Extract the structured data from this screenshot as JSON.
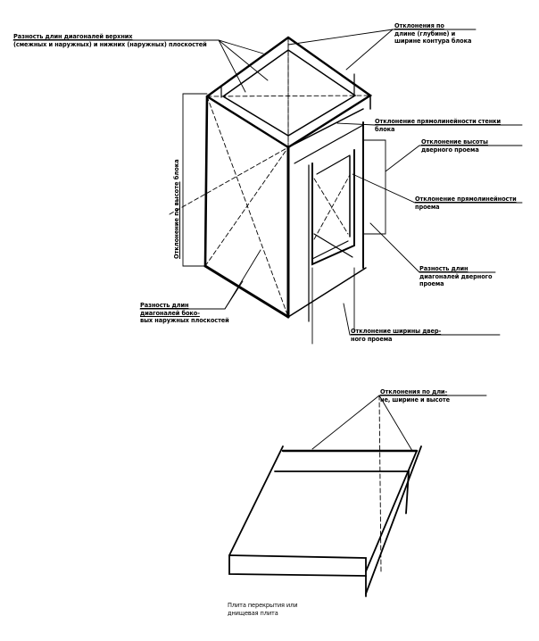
{
  "labels": {
    "diag_top": {
      "title": "Разность длин диагоналей верхних",
      "rest": "(смежных и наружных) и нижних (наружных) плоскостей"
    },
    "length_width": {
      "title": "Отклонения по",
      "rest": "длине (глубине) и ширине контура блока"
    },
    "wall_straight": {
      "title": "Отклонение прямолинейности стенки",
      "rest": "блока"
    },
    "door_height": {
      "title": "Отклонение высоты",
      "rest": "дверного проема"
    },
    "opening_straight": {
      "title": "Отклонение прямолинейности",
      "rest": "проема"
    },
    "door_diag": {
      "title": "Разность длин",
      "rest": "диагоналей дверного проема"
    },
    "side_diag": {
      "title": "Разность длин диагоналей боко-",
      "rest": "вых наружных плоскостей"
    },
    "door_width": {
      "title": "Отклонение ширины двер-",
      "rest": "ного проема"
    },
    "height": {
      "title": "Отклонение по высоте",
      "rest": "блока"
    },
    "slab_dims": {
      "title": "Отклонения по дли-",
      "rest": "не, ширине и высоте"
    },
    "slab_caption": {
      "title": "Плита перекрытия или",
      "rest": "днищевая плита"
    }
  }
}
